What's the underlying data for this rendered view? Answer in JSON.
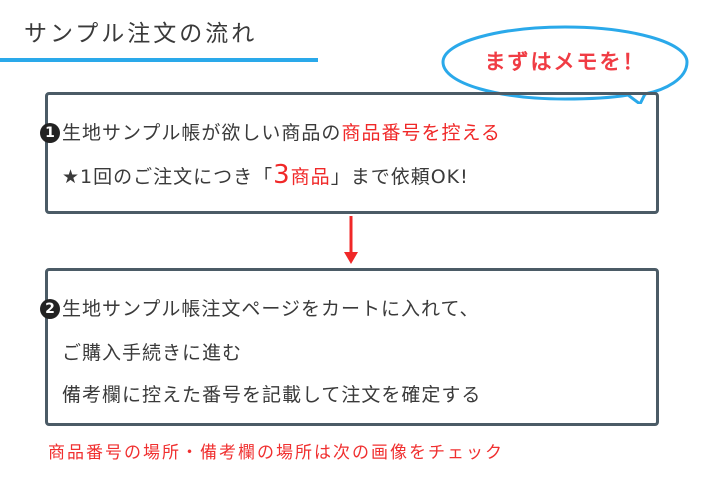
{
  "title": "サンプル注文の流れ",
  "bubble": {
    "text": "まずはメモを！",
    "border_color": "#2aa9ea",
    "text_color": "#f03c44"
  },
  "step1": {
    "number": "1",
    "line1_prefix": "生地サンプル帳が欲しい商品の",
    "line1_highlight": "商品番号を控える",
    "line2_prefix": "★1回のご注文につき「",
    "line2_number": "3",
    "line2_unit": "商品",
    "line2_suffix": "」まで依頼OK!"
  },
  "step2": {
    "number": "2",
    "line1": "生地サンプル帳注文ページをカートに入れて、",
    "line2": "ご購入手続きに進む",
    "line3": "備考欄に控えた番号を記載して注文を確定する"
  },
  "footer_note": "商品番号の場所・備考欄の場所は次の画像をチェック",
  "colors": {
    "accent_blue": "#2aa9ea",
    "highlight_red": "#f02828",
    "box_border": "#4b5b66"
  }
}
